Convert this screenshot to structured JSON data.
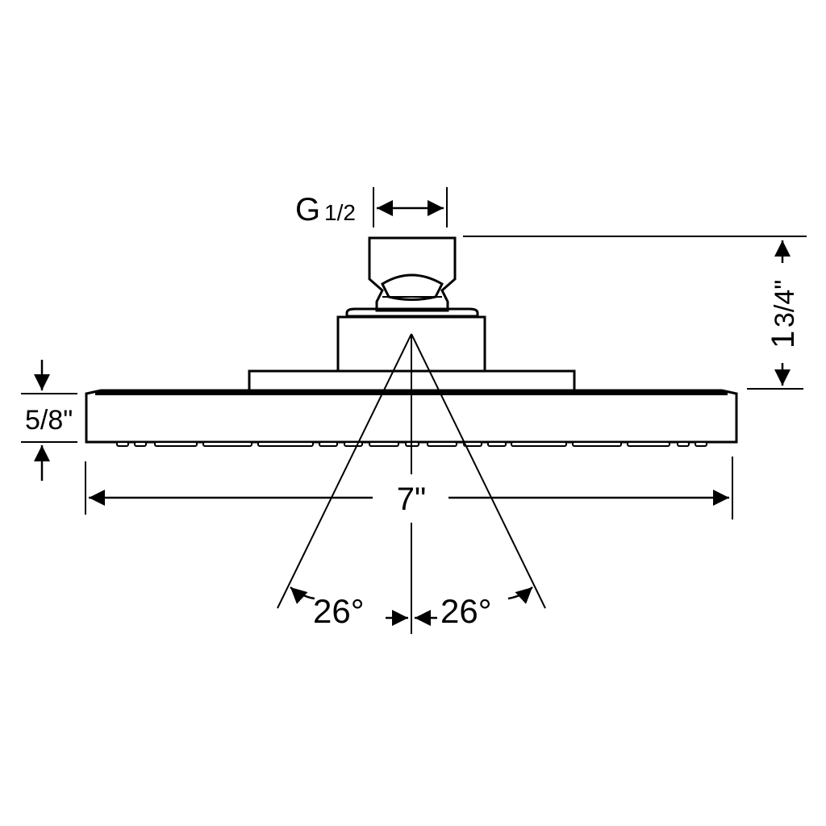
{
  "drawing": {
    "colors": {
      "line": "#000000",
      "background": "#ffffff"
    },
    "dimensions": {
      "thread": {
        "prefix": "G",
        "fraction": "1/2"
      },
      "width": {
        "value": "7\""
      },
      "face_thickness": {
        "value": "5/8\""
      },
      "height": {
        "whole": "1",
        "fraction": "3/4\""
      },
      "spray_angle_left": {
        "value": "26°"
      },
      "spray_angle_right": {
        "value": "26°"
      }
    }
  }
}
